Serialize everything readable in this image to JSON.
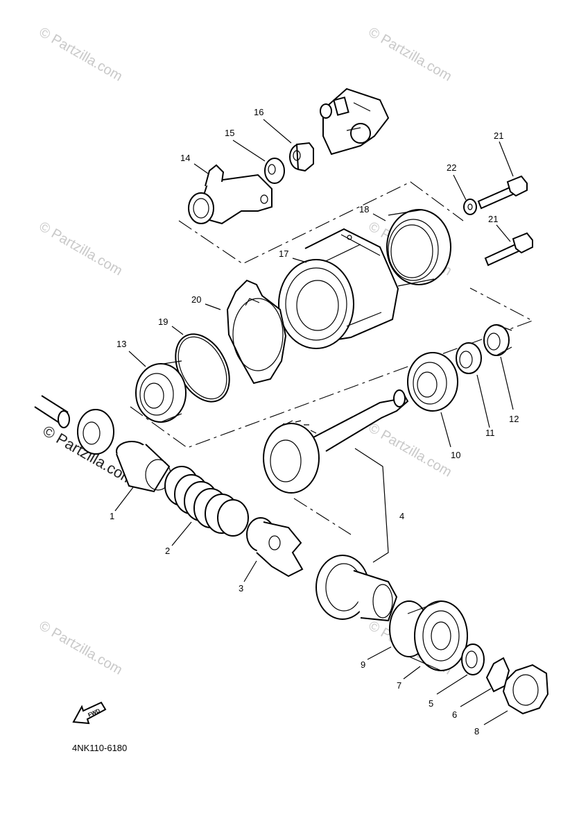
{
  "diagram": {
    "code": "4NK110-6180",
    "fwd_label": "FWD",
    "watermark": "© Partzilla.com",
    "callouts": [
      "1",
      "2",
      "3",
      "4",
      "5",
      "6",
      "7",
      "8",
      "9",
      "10",
      "11",
      "12",
      "13",
      "14",
      "15",
      "16",
      "17",
      "18",
      "19",
      "20",
      "21",
      "21",
      "22"
    ]
  }
}
